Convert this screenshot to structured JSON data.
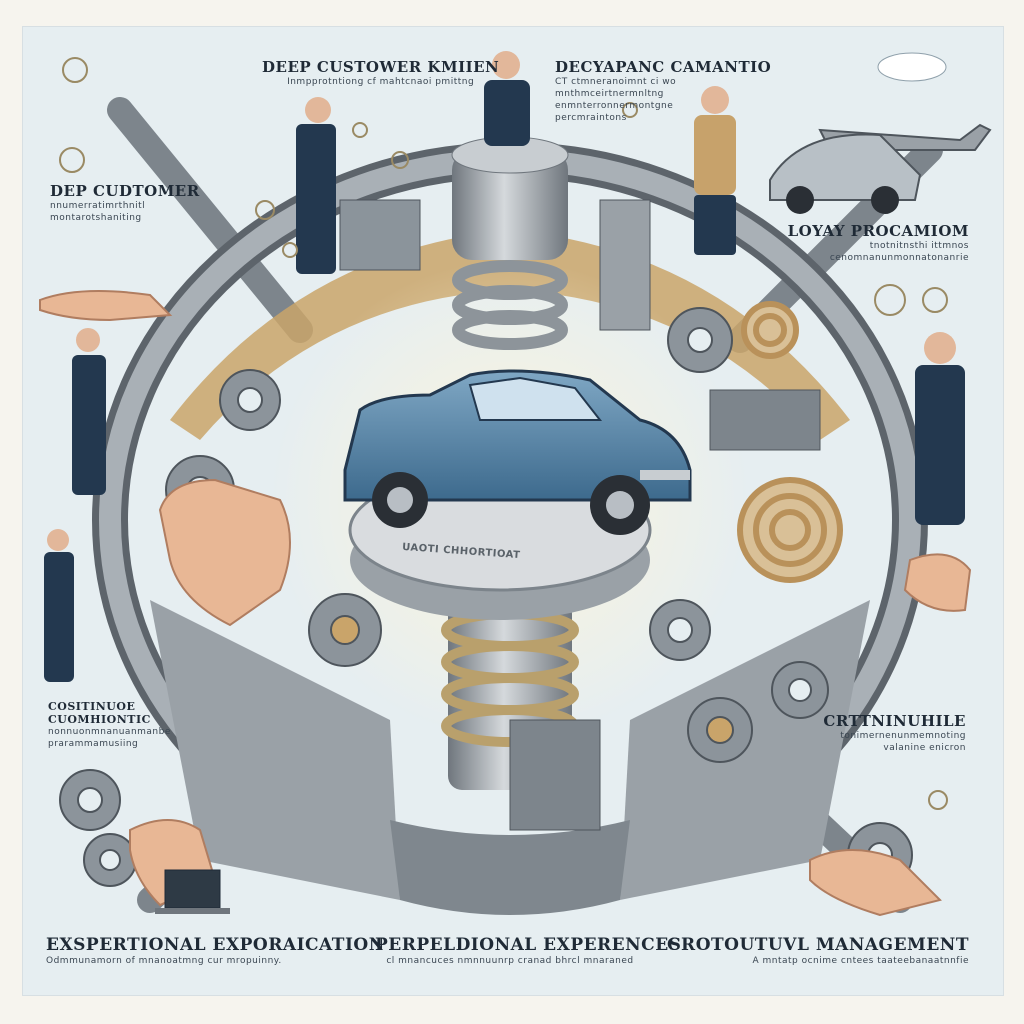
{
  "colors": {
    "background": "#e6eef1",
    "platform": "#c9a46a",
    "metal": "#8e959c",
    "car": "#4f7fa3",
    "suit": "#23384f",
    "ink": "#1f2a36"
  },
  "labels": {
    "top_center": {
      "title": "DEEP CUSTOWER KMIIEN",
      "sub": "Inmpprotntiong cf mahtcnaoi pmittng"
    },
    "top_right": {
      "title": "DECYAPANC CAMANTIO",
      "sub": "CT ctmneranoimnt ci wo\nmnthmceirtnermnltng\nenmnterronnermontgne\npercmraintons"
    },
    "left_upper": {
      "title": "DEP CUDTOMER",
      "sub": "nnumerratimrthnitl\nmontarotshaniting"
    },
    "right_upper": {
      "title": "LOYAY PROCAMIOM",
      "sub": "tnotnitnsthi ittmnos\ncenomnanunmonnatonanrie"
    },
    "left_lower": {
      "title": "COSITINUOE CUOMHIONTIC",
      "sub": "nonnuonmnanuanmanbe\nprarammamusiing"
    },
    "right_lower": {
      "title": "CRTTNINUHILE",
      "sub": "tonimernenunmemnoting\nvalanine enicron"
    },
    "bottom_left": {
      "title": "EXSPERTIONAL EXPORAICATION",
      "sub": "Odmmunamorn of mnanoatmng cur mropuinny."
    },
    "bottom_center": {
      "title": "PERPELDIONAL EXPERENCES",
      "sub": "cl mnancuces nmnnuunrp cranad bhrcl mnaraned"
    },
    "bottom_right": {
      "title": "CROTOUTUVL MANAGEMENT",
      "sub": "A mntatp ocnime cntees taateebanaatnnfie"
    }
  },
  "badge_text": "UAOTI CHHORTIOAT"
}
